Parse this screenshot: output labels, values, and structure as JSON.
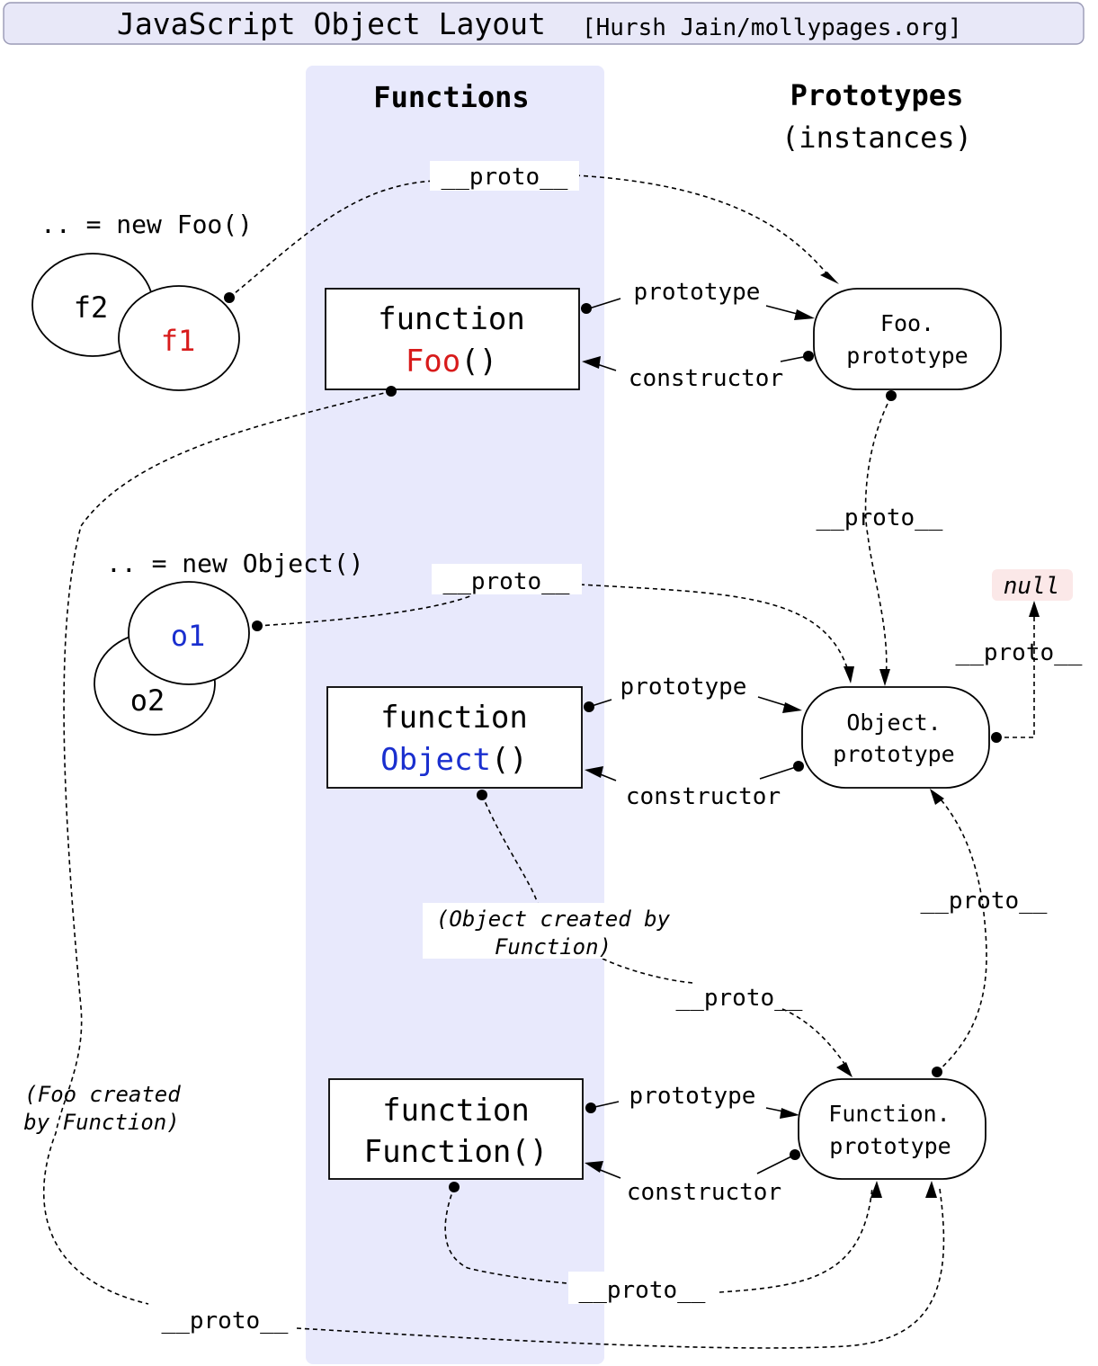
{
  "title": {
    "main": "JavaScript Object Layout",
    "credit": "[Hursh Jain/mollypages.org]"
  },
  "columns": {
    "functions": "Functions",
    "prototypes_line1": "Prototypes",
    "prototypes_line2": "(instances)"
  },
  "instances": {
    "foo_caption": ".. = new Foo()",
    "f2": "f2",
    "f1": "f1",
    "object_caption": ".. = new Object()",
    "o1": "o1",
    "o2": "o2"
  },
  "functions": {
    "foo": {
      "keyword": "function",
      "name": "Foo",
      "parens": "()"
    },
    "object": {
      "keyword": "function",
      "name": "Object",
      "parens": "()"
    },
    "function": {
      "keyword": "function",
      "name": "Function()"
    }
  },
  "prototypes": {
    "foo": {
      "line1": "Foo.",
      "line2": "prototype"
    },
    "object": {
      "line1": "Object.",
      "line2": "prototype"
    },
    "function": {
      "line1": "Function.",
      "line2": "prototype"
    },
    "null": "null"
  },
  "edge_labels": {
    "proto": "__proto__",
    "prototype": "prototype",
    "constructor": "constructor"
  },
  "notes": {
    "object_created_line1": "(Object created by",
    "object_created_line2": "Function)",
    "foo_created_line1": "(Foo created",
    "foo_created_line2": "by Function)"
  },
  "colors": {
    "foo_name": "#d81b1b",
    "object_name": "#1a2fcf",
    "functions_band": "#e8e9fc",
    "title_bar": "#e8e8f8",
    "null_bg": "#fbe8e8"
  }
}
